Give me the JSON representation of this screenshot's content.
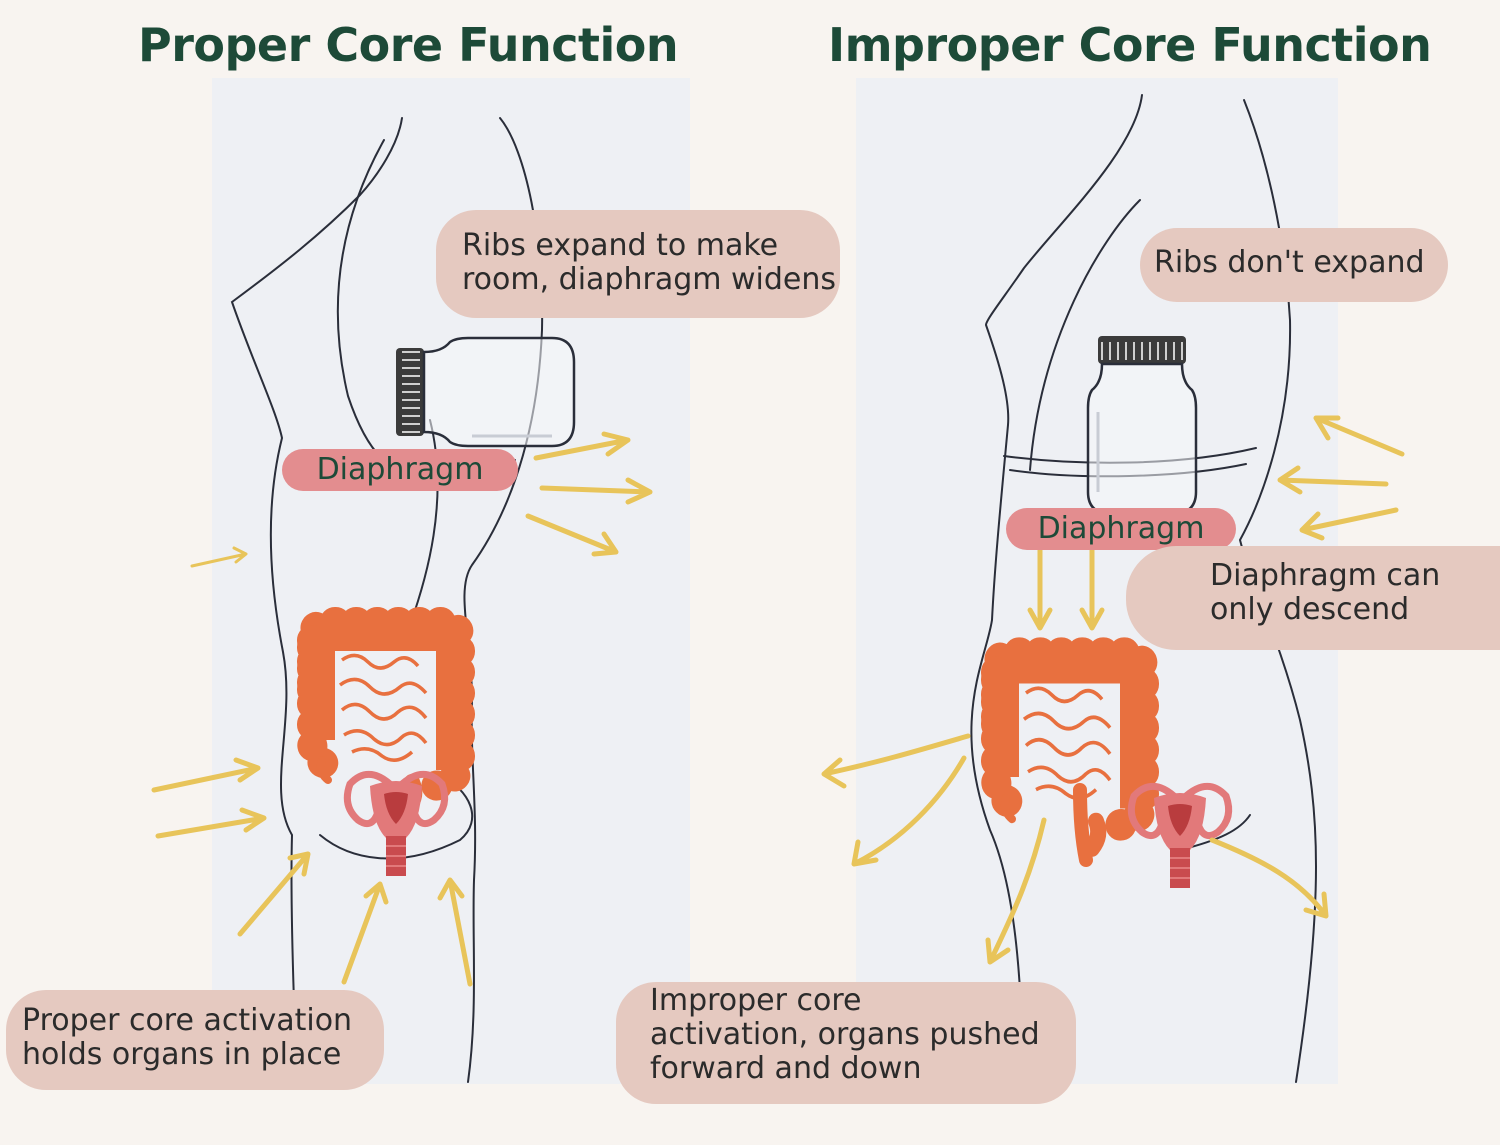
{
  "panels": {
    "left": {
      "title": "Proper Core Function",
      "diaphragm_label": "Diaphragm",
      "ribs_note_line1": "Ribs expand to make",
      "ribs_note_line2": "room, diaphragm widens",
      "core_note_line1": "Proper core activation",
      "core_note_line2": "holds organs in place"
    },
    "right": {
      "title": "Improper Core Function",
      "diaphragm_label": "Diaphragm",
      "ribs_note": "Ribs don't expand",
      "descend_note_line1": "Diaphragm can",
      "descend_note_line2": "only descend",
      "core_note_line1": "Improper core",
      "core_note_line2": "activation, organs pushed",
      "core_note_line3": "forward and down"
    }
  },
  "colors": {
    "title": "#1d4a38",
    "arrow": "#e8c45a",
    "organ": "#e8703f",
    "uterus": "#e2797a",
    "note_bubble": "#e5c9c0",
    "diaphragm_label": "#e38d8f",
    "outline": "#2a2e3a"
  },
  "icons": [
    "jar-icon",
    "intestine-icon",
    "uterus-icon",
    "arrow-icon"
  ]
}
